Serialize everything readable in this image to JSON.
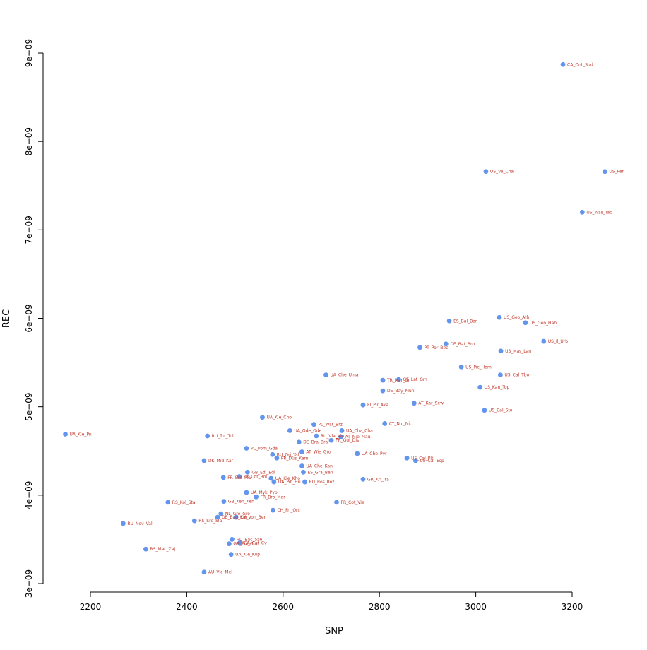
{
  "chart_data": {
    "type": "scatter",
    "title": "",
    "xlabel": "SNP",
    "ylabel": "REC",
    "xlim": [
      2200,
      3200
    ],
    "ylim": [
      3e-09,
      9e-09
    ],
    "x_ticks": [
      2200,
      2400,
      2600,
      2800,
      3000,
      3200
    ],
    "x_tick_labels": [
      "2200",
      "2400",
      "2600",
      "2800",
      "3000",
      "3200"
    ],
    "y_ticks": [
      3e-09,
      4e-09,
      5e-09,
      6e-09,
      7e-09,
      8e-09,
      9e-09
    ],
    "y_tick_labels": [
      "3e−09",
      "4e−09",
      "5e−09",
      "6e−09",
      "7e−09",
      "8e−09",
      "9e−09"
    ],
    "grid": false,
    "point_color": "#6495ED",
    "label_color": "#C0392B",
    "points": [
      {
        "label": "CA_Ont_Sud",
        "x": 3181,
        "y": 8.87e-09
      },
      {
        "label": "US_Va_Cha",
        "x": 3021,
        "y": 7.66e-09
      },
      {
        "label": "US_Pen",
        "x": 3268,
        "y": 7.66e-09
      },
      {
        "label": "US_Was_Tac",
        "x": 3221,
        "y": 7.2e-09
      },
      {
        "label": "US_Geo_Ath",
        "x": 3049,
        "y": 6.01e-09
      },
      {
        "label": "ES_Bal_Bar",
        "x": 2945,
        "y": 5.97e-09
      },
      {
        "label": "US_Geo_Hah",
        "x": 3103,
        "y": 5.95e-09
      },
      {
        "label": "US_Il_Urb",
        "x": 3141,
        "y": 5.74e-09
      },
      {
        "label": "DE_Bat_Bro",
        "x": 2938,
        "y": 5.71e-09
      },
      {
        "label": "PT_Por_Bec",
        "x": 2884,
        "y": 5.67e-09
      },
      {
        "label": "US_Mas_Lan",
        "x": 3052,
        "y": 5.63e-09
      },
      {
        "label": "US_Pic_Hom",
        "x": 2970,
        "y": 5.45e-09
      },
      {
        "label": "UA_Che_Uma",
        "x": 2689,
        "y": 5.36e-09
      },
      {
        "label": "US_Cal_Tbo",
        "x": 3051,
        "y": 5.36e-09
      },
      {
        "label": "TR_Mar_Gr",
        "x": 2807,
        "y": 5.3e-09
      },
      {
        "label": "GE_Lat_Gm",
        "x": 2840,
        "y": 5.31e-09
      },
      {
        "label": "DE_Bay_Mun",
        "x": 2807,
        "y": 5.18e-09
      },
      {
        "label": "US_Kan_Top",
        "x": 3009,
        "y": 5.22e-09
      },
      {
        "label": "AT_Kar_Sew",
        "x": 2872,
        "y": 5.04e-09
      },
      {
        "label": "FI_Pir_Aka",
        "x": 2766,
        "y": 5.02e-09
      },
      {
        "label": "US_Cal_Sto",
        "x": 3018,
        "y": 4.96e-09
      },
      {
        "label": "UA_Kie_Cho",
        "x": 2557,
        "y": 4.88e-09
      },
      {
        "label": "CY_Nic_Nic",
        "x": 2811,
        "y": 4.81e-09
      },
      {
        "label": "PL_War_Brz",
        "x": 2664,
        "y": 4.8e-09
      },
      {
        "label": "UA_Kie_Pn",
        "x": 2148,
        "y": 4.69e-09
      },
      {
        "label": "RU_Tul_Tul",
        "x": 2443,
        "y": 4.67e-09
      },
      {
        "label": "UA_Ode_Ode",
        "x": 2614,
        "y": 4.73e-09
      },
      {
        "label": "UA_Cha_Cha",
        "x": 2722,
        "y": 4.73e-09
      },
      {
        "label": "RU_Vla_Vla",
        "x": 2669,
        "y": 4.67e-09
      },
      {
        "label": "AT_Nie_Mau",
        "x": 2720,
        "y": 4.66e-09
      },
      {
        "label": "FR_Gui_Dis",
        "x": 2700,
        "y": 4.62e-09
      },
      {
        "label": "DE_Bra_Bra",
        "x": 2633,
        "y": 4.6e-09
      },
      {
        "label": "PL_Pom_Gda",
        "x": 2524,
        "y": 4.53e-09
      },
      {
        "label": "AT_Wie_Gro",
        "x": 2639,
        "y": 4.49e-09
      },
      {
        "label": "UA_Che_Pyr",
        "x": 2754,
        "y": 4.47e-09
      },
      {
        "label": "RU_Ori_Yal",
        "x": 2578,
        "y": 4.46e-09
      },
      {
        "label": "FR_Dus_Kam",
        "x": 2587,
        "y": 4.42e-09
      },
      {
        "label": "US_Cal_Plt",
        "x": 2857,
        "y": 4.42e-09
      },
      {
        "label": "US_Cal_Esp",
        "x": 2875,
        "y": 4.39e-09
      },
      {
        "label": "DK_Mid_Kar",
        "x": 2436,
        "y": 4.39e-09
      },
      {
        "label": "UA_Che_Kan",
        "x": 2639,
        "y": 4.33e-09
      },
      {
        "label": "GB_Edi_Edi",
        "x": 2526,
        "y": 4.26e-09
      },
      {
        "label": "ES_Gra_Ben",
        "x": 2642,
        "y": 4.26e-09
      },
      {
        "label": "FR_Cot_Boi",
        "x": 2509,
        "y": 4.21e-09
      },
      {
        "label": "FR_Bro_Pla",
        "x": 2476,
        "y": 4.2e-09
      },
      {
        "label": "UA_Kie_Kho",
        "x": 2575,
        "y": 4.19e-09
      },
      {
        "label": "GR_Kri_Ira",
        "x": 2766,
        "y": 4.18e-09
      },
      {
        "label": "UA_Pol_Hri",
        "x": 2581,
        "y": 4.15e-09
      },
      {
        "label": "RU_Ros_Roz",
        "x": 2645,
        "y": 4.15e-09
      },
      {
        "label": "UA_Myk_Pyb",
        "x": 2524,
        "y": 4.03e-09
      },
      {
        "label": "FR_Bro_Mar",
        "x": 2544,
        "y": 3.98e-09
      },
      {
        "label": "GB_Ken_Ken",
        "x": 2477,
        "y": 3.93e-09
      },
      {
        "label": "RS_Kol_Sta",
        "x": 2361,
        "y": 3.92e-09
      },
      {
        "label": "FR_Cot_Vie",
        "x": 2711,
        "y": 3.92e-09
      },
      {
        "label": "CH_Fri_Ors",
        "x": 2579,
        "y": 3.83e-09
      },
      {
        "label": "NL_Gro_Gro",
        "x": 2471,
        "y": 3.79e-09
      },
      {
        "label": "DE_Bad_Kar",
        "x": 2464,
        "y": 3.75e-09
      },
      {
        "label": "CH_Von_Ber",
        "x": 2502,
        "y": 3.75e-09
      },
      {
        "label": "RS_Sre_Sla",
        "x": 2416,
        "y": 3.71e-09
      },
      {
        "label": "RU_Nov_Val",
        "x": 2268,
        "y": 3.68e-09
      },
      {
        "label": "HU_Bac_Sze",
        "x": 2494,
        "y": 3.5e-09
      },
      {
        "label": "GB_Pol_Gra",
        "x": 2488,
        "y": 3.45e-09
      },
      {
        "label": "CA_Cot_Cv",
        "x": 2510,
        "y": 3.46e-09
      },
      {
        "label": "RS_Mac_Zaj",
        "x": 2315,
        "y": 3.39e-09
      },
      {
        "label": "UA_Kie_Kop",
        "x": 2492,
        "y": 3.33e-09
      },
      {
        "label": "AU_Vic_Mel",
        "x": 2436,
        "y": 3.13e-09
      }
    ]
  }
}
